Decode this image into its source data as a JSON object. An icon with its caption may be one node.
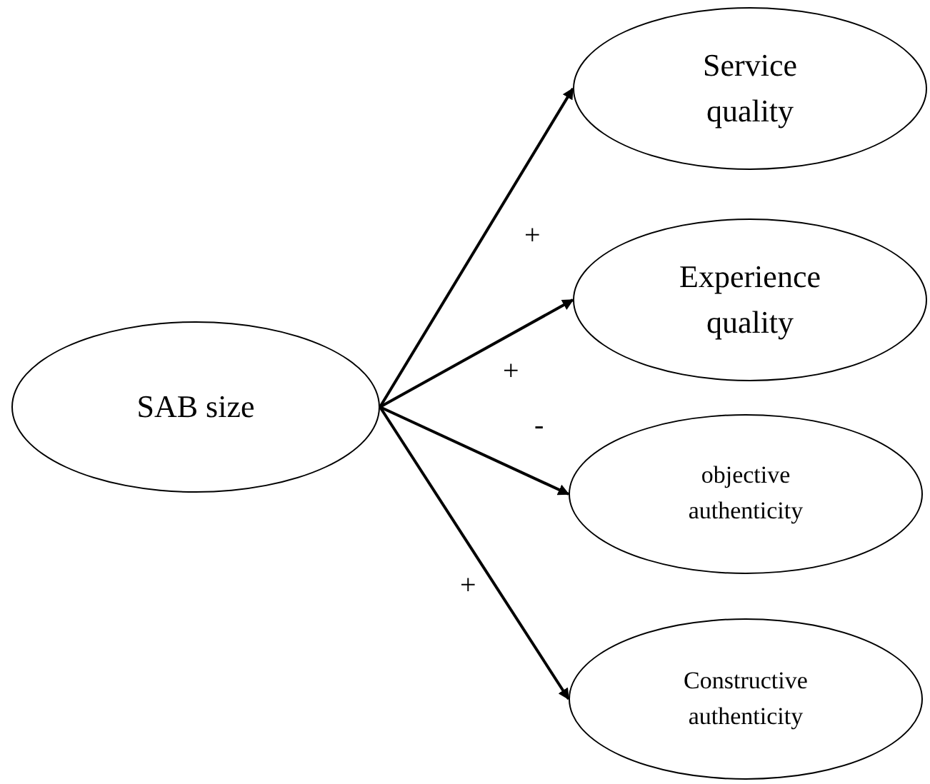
{
  "diagram": {
    "nodes": [
      {
        "text": [
          "SAB size"
        ]
      },
      {
        "text": [
          "Service quality"
        ]
      },
      {
        "text": [
          "Experience quality"
        ]
      },
      {
        "text": [
          "objective authenticity"
        ]
      },
      {
        "text": [
          "Constructive authenticity"
        ]
      }
    ],
    "edges": [
      {
        "from": 0,
        "to": 1,
        "arrow": "to",
        "label": "+"
      },
      {
        "from": 0,
        "to": 2,
        "arrow": "to",
        "label": "+"
      },
      {
        "from": 0,
        "to": 3,
        "arrow": "to",
        "label": "-"
      },
      {
        "from": 0,
        "to": 4,
        "arrow": "to",
        "label": "+"
      }
    ]
  }
}
